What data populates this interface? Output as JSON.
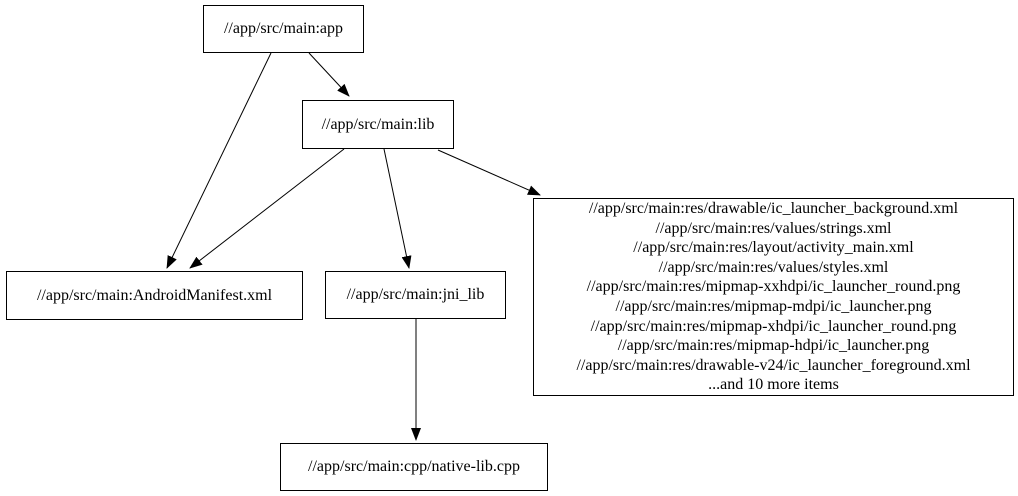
{
  "diagram": {
    "type": "dependency-graph",
    "background_color": "#ffffff",
    "node_border_color": "#000000",
    "edge_color": "#000000",
    "text_color": "#000000",
    "nodes": {
      "app": {
        "label": "//app/src/main:app"
      },
      "lib": {
        "label": "//app/src/main:lib"
      },
      "manifest": {
        "label": "//app/src/main:AndroidManifest.xml"
      },
      "jni_lib": {
        "label": "//app/src/main:jni_lib"
      },
      "cpp": {
        "label": "//app/src/main:cpp/native-lib.cpp"
      },
      "res": {
        "lines": [
          "//app/src/main:res/drawable/ic_launcher_background.xml",
          "//app/src/main:res/values/strings.xml",
          "//app/src/main:res/layout/activity_main.xml",
          "//app/src/main:res/values/styles.xml",
          "//app/src/main:res/mipmap-xxhdpi/ic_launcher_round.png",
          "//app/src/main:res/mipmap-mdpi/ic_launcher.png",
          "//app/src/main:res/mipmap-xhdpi/ic_launcher_round.png",
          "//app/src/main:res/mipmap-hdpi/ic_launcher.png",
          "//app/src/main:res/drawable-v24/ic_launcher_foreground.xml",
          "...and 10 more items"
        ]
      }
    },
    "edges": [
      {
        "from": "app",
        "to": "lib"
      },
      {
        "from": "app",
        "to": "manifest"
      },
      {
        "from": "lib",
        "to": "manifest"
      },
      {
        "from": "lib",
        "to": "jni_lib"
      },
      {
        "from": "lib",
        "to": "res"
      },
      {
        "from": "jni_lib",
        "to": "cpp"
      }
    ]
  }
}
